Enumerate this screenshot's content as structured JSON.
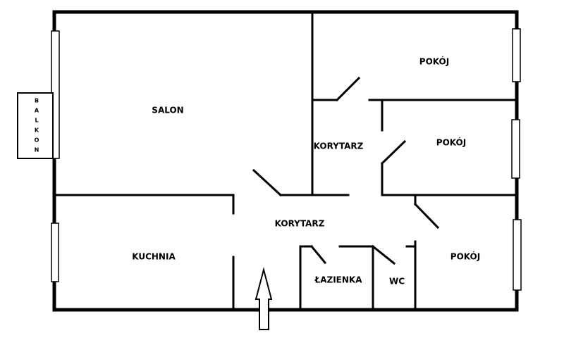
{
  "plan": {
    "rooms": {
      "salon": "SALON",
      "kuchnia": "KUCHNIA",
      "korytarz_upper": "KORYTARZ",
      "korytarz_lower": "KORYTARZ",
      "pokoj_top": "POKÓJ",
      "pokoj_middle": "POKÓJ",
      "pokoj_bottom": "POKÓJ",
      "lazienka": "ŁAZIENKA",
      "wc": "WC"
    },
    "balkon": [
      "B",
      "A",
      "L",
      "K",
      "O",
      "N"
    ]
  },
  "colors": {
    "wall": "#000000",
    "background": "#ffffff"
  }
}
